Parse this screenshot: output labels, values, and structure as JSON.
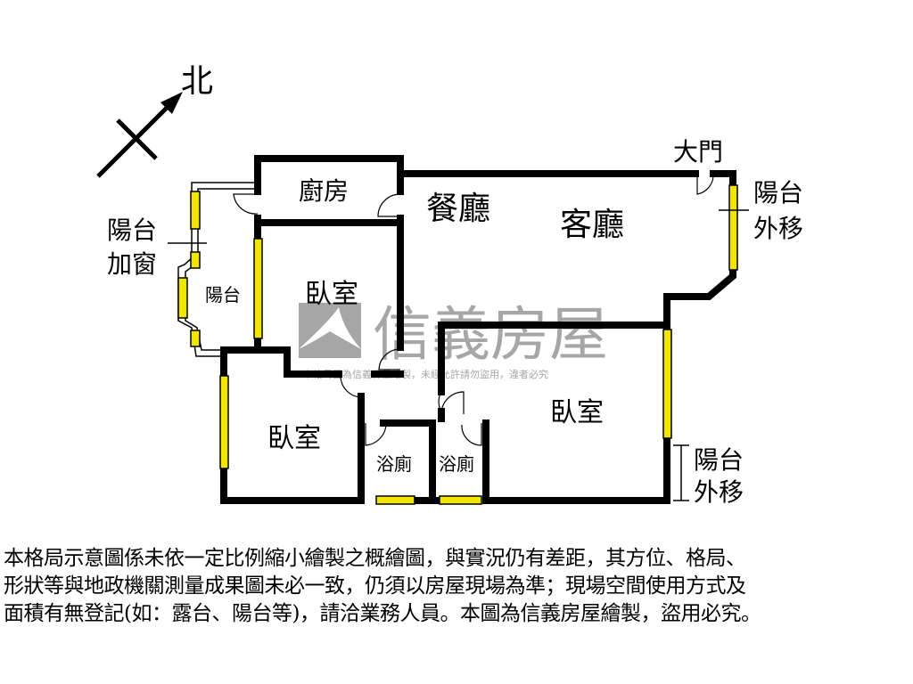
{
  "compass": {
    "label": "北"
  },
  "rooms": {
    "kitchen": "廚房",
    "dining": "餐廳",
    "living": "客廳",
    "bedroom_top": "臥室",
    "bedroom_left": "臥室",
    "bedroom_right": "臥室",
    "bath_1": "浴廁",
    "bath_2": "浴廁",
    "balcony": "陽台"
  },
  "annotations": {
    "main_door": "大門",
    "balcony_window_1": "陽台",
    "balcony_window_2": "加窗",
    "balcony_moved_top_1": "陽台",
    "balcony_moved_top_2": "外移",
    "balcony_moved_bottom_1": "陽台",
    "balcony_moved_bottom_2": "外移"
  },
  "watermark": {
    "brand": "信義房屋",
    "notice": "本格局圖為信義房屋繪製，未經允許請勿盜用，違者必究"
  },
  "colors": {
    "wall": "#000000",
    "window": "#f2e600",
    "watermark": "#a0a0a0"
  },
  "disclaimer": [
    "本格局示意圖係未依一定比例縮小繪製之概繪圖，與實況仍有差距，其方位、格局、",
    "形狀等與地政機關測量成果圖未必一致，仍須以房屋現場為準；現場空間使用方式及",
    "面積有無登記(如：露台、陽台等)，請洽業務人員。本圖為信義房屋繪製，盜用必究。"
  ]
}
